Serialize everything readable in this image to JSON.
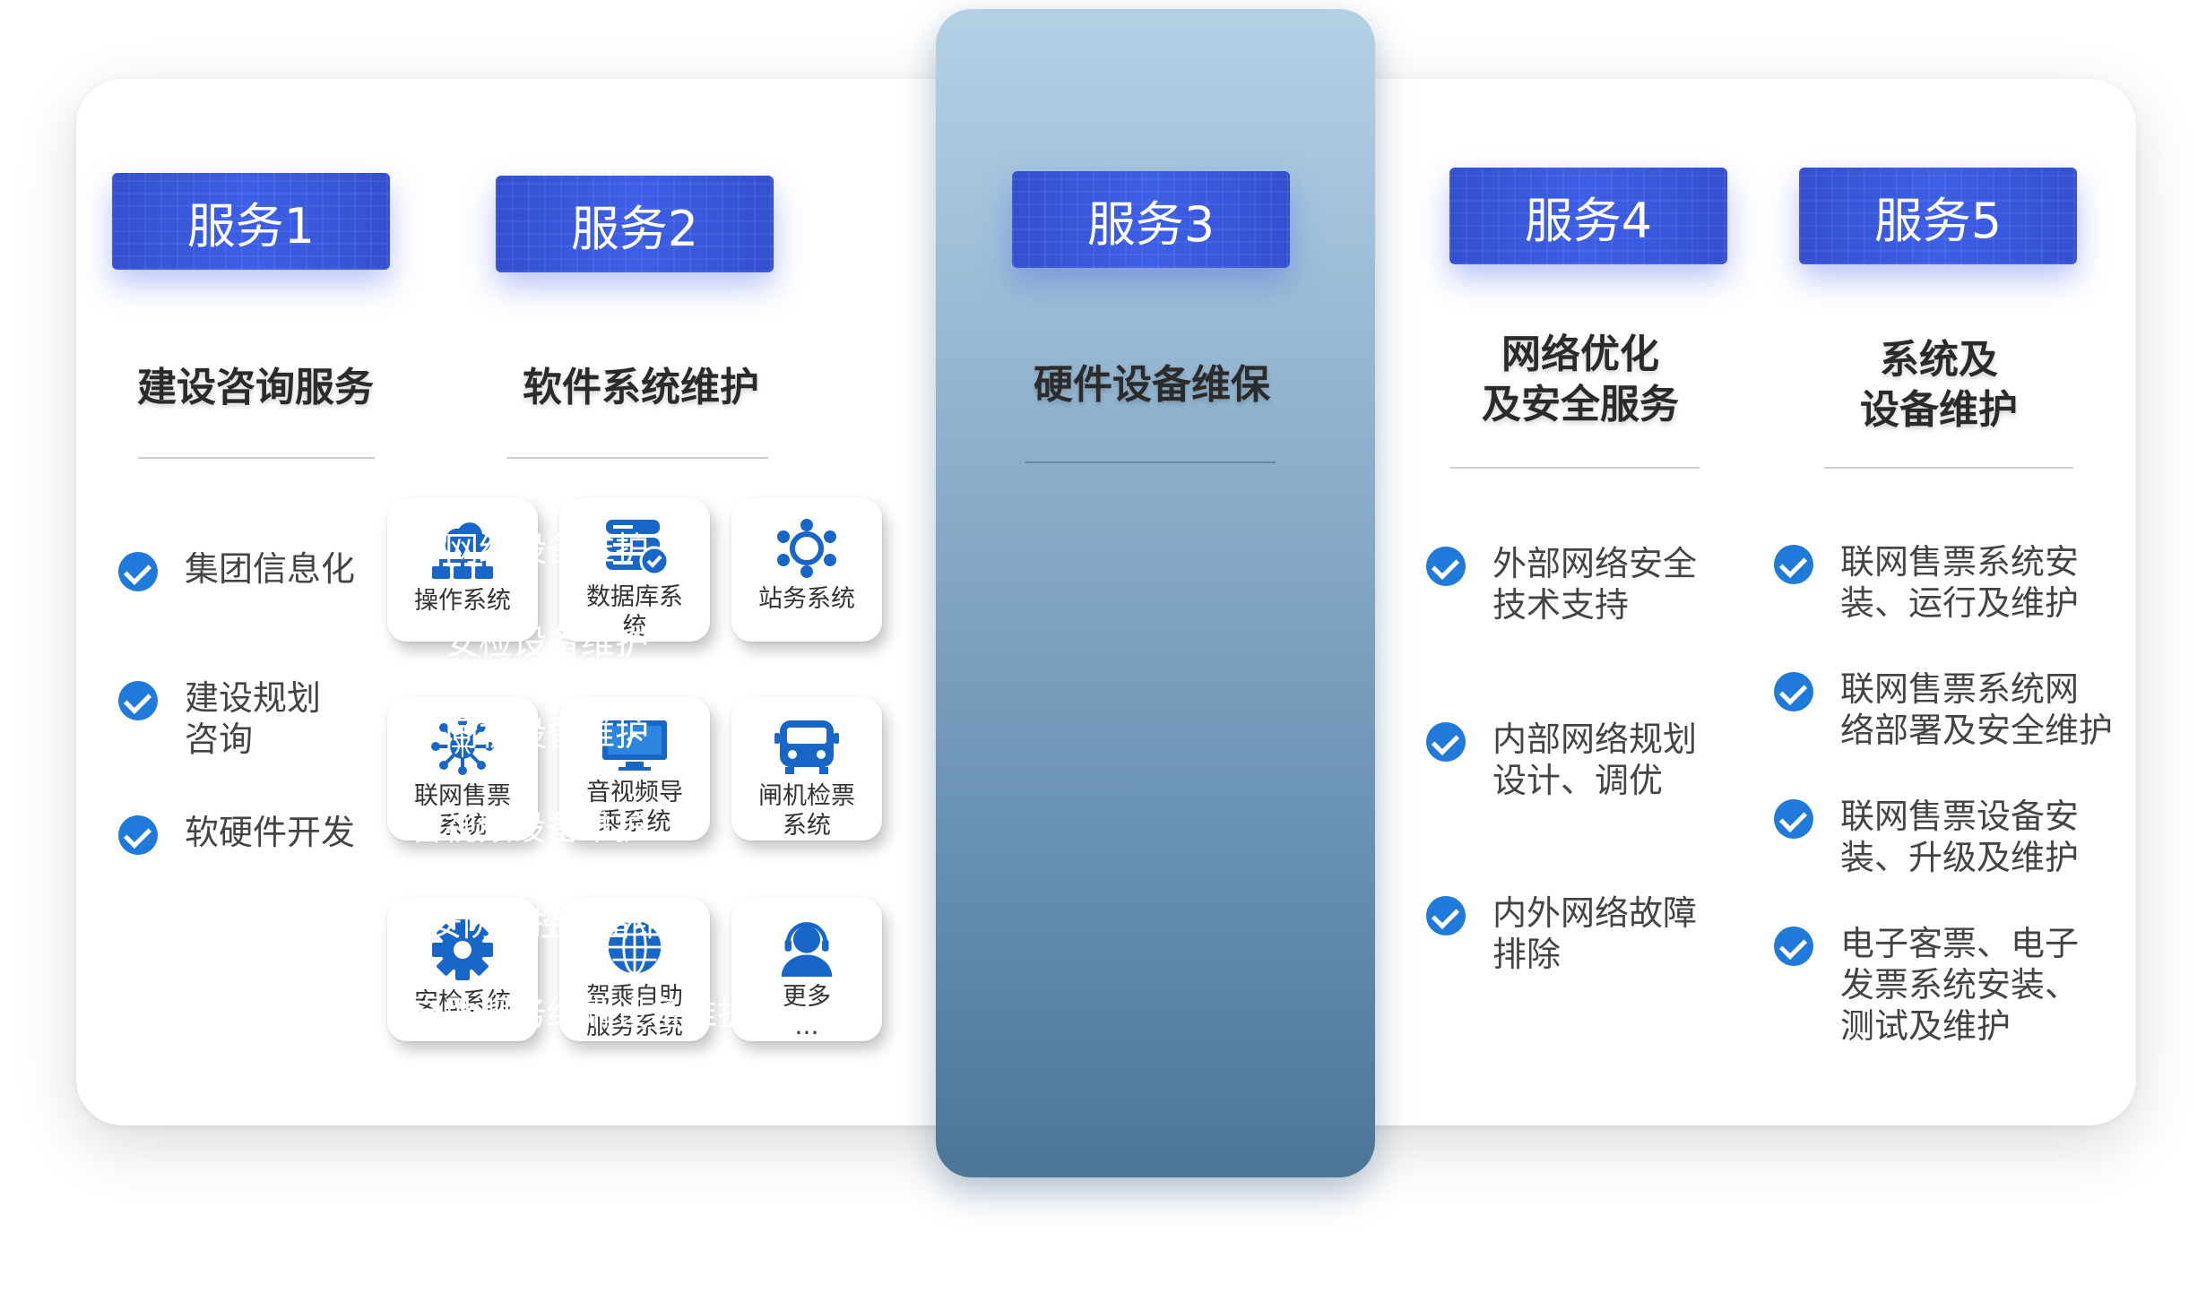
{
  "services": [
    {
      "badge": "服务1",
      "title": "建设咨询服务"
    },
    {
      "badge": "服务2",
      "title": "软件系统维护"
    },
    {
      "badge": "服务3",
      "title": "硬件设备维保"
    },
    {
      "badge": "服务4",
      "title": "网络优化\n及安全服务"
    },
    {
      "badge": "服务5",
      "title": "系统及\n设备维护"
    }
  ],
  "service1_items": [
    "集团信息化",
    "建设规划\n咨询",
    "软硬件开发"
  ],
  "service2_tiles": [
    {
      "icon": "network-tree-icon",
      "label": "操作系统"
    },
    {
      "icon": "database-check-icon",
      "label": "数据库系\n统"
    },
    {
      "icon": "station-hub-icon",
      "label": "站务系统"
    },
    {
      "icon": "globe-network-icon",
      "label": "联网售票\n系统"
    },
    {
      "icon": "monitor-icon",
      "label": "音视频导\n乘系统"
    },
    {
      "icon": "bus-icon",
      "label": "闸机检票\n系统"
    },
    {
      "icon": "gear-icon",
      "label": "安检系统"
    },
    {
      "icon": "globe-icon",
      "label": "驾乘自助\n服务系统"
    },
    {
      "icon": "headset-person-icon",
      "label": "更多\n…"
    }
  ],
  "service3_items": [
    "网络设备维护",
    "安检设备维护",
    "闸机设备维护",
    "音视频设备维护",
    "安防监控设备维护",
    "自助服务终端设备维护"
  ],
  "service4_items": [
    "外部网络安全\n技术支持",
    "内部网络规划\n设计、调优",
    "内外网络故障\n排除"
  ],
  "service5_items": [
    "联网售票系统安\n装、运行及维护",
    "联网售票系统网\n络部署及安全维护",
    "联网售票设备安\n装、升级及维护",
    "电子客票、电子\n发票系统安装、\n测试及维护"
  ],
  "colors": {
    "badge": "#3d5fe6",
    "check": "#1f7ad9",
    "icon": "#1766c8"
  }
}
